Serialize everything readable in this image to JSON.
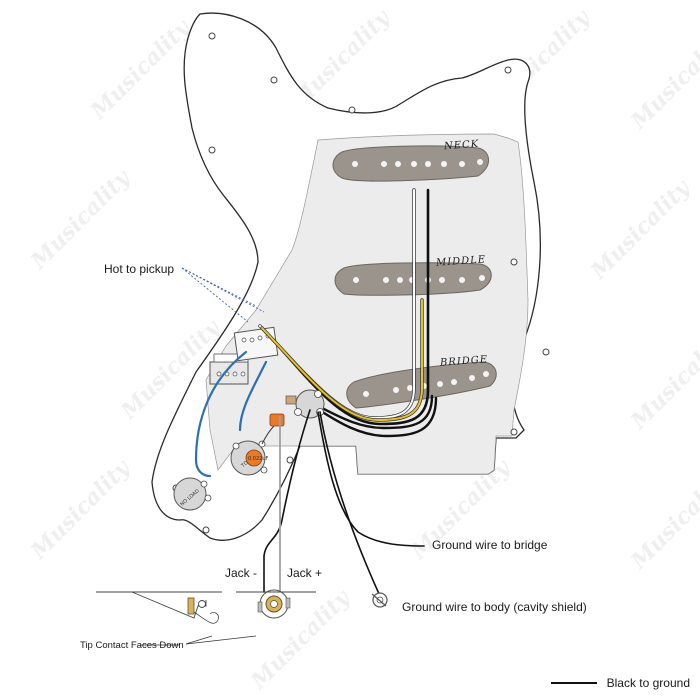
{
  "labels": {
    "neck": "NECK",
    "middle": "MIDDLE",
    "bridge": "BRIDGE",
    "hot_to_pickup": "Hot to pickup",
    "jack_minus": "Jack -",
    "jack_plus": "Jack +",
    "ground_wire_bridge": "Ground wire to bridge",
    "ground_wire_body": "Ground wire to body (cavity shield)",
    "tip_contact": "Tip Contact Faces Down"
  },
  "legend": {
    "black_to_ground": "Black to ground"
  },
  "components": {
    "volume_pot_text": "NO LOAD",
    "tone_pot_text": "TONE",
    "capacitor_text": "0.022uF"
  },
  "colors": {
    "pickguard_fill": "#ffffff",
    "pickguard_stroke": "#2a2a2a",
    "shield_fill": "#ececec",
    "pickup_fill": "#9a948d",
    "pole_fill": "#f4f4f4",
    "wire_black": "#111111",
    "wire_white": "#ffffff",
    "wire_yellow": "#e6c229",
    "wire_blue": "#2d6fb3",
    "hot_lead": "#4a5db5",
    "capacitor": "#e87a2a",
    "pot_fill": "#d7d7d7"
  }
}
